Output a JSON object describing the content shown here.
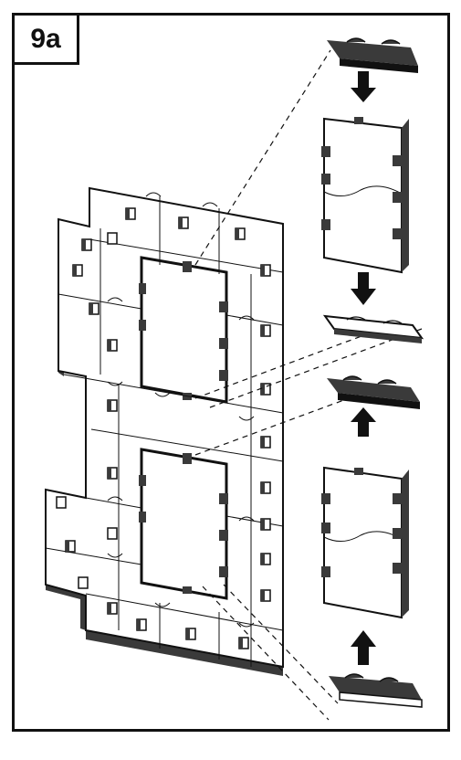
{
  "step": {
    "label": "9a"
  },
  "colors": {
    "line": "#111111",
    "panel": "#ffffff",
    "part_dark": "#3a3a3a",
    "part_mid": "#6a6a6a",
    "arrow": "#111111"
  },
  "icons": {
    "assembly": "puzzle-panel-assembly",
    "pieces": [
      "top-connector-piece",
      "upper-window-insert",
      "middle-connector-piece",
      "lower-connector-piece",
      "lower-window-insert",
      "bottom-connector-piece"
    ],
    "arrows": [
      "arrow-down",
      "arrow-down",
      "arrow-up",
      "arrow-up"
    ]
  }
}
